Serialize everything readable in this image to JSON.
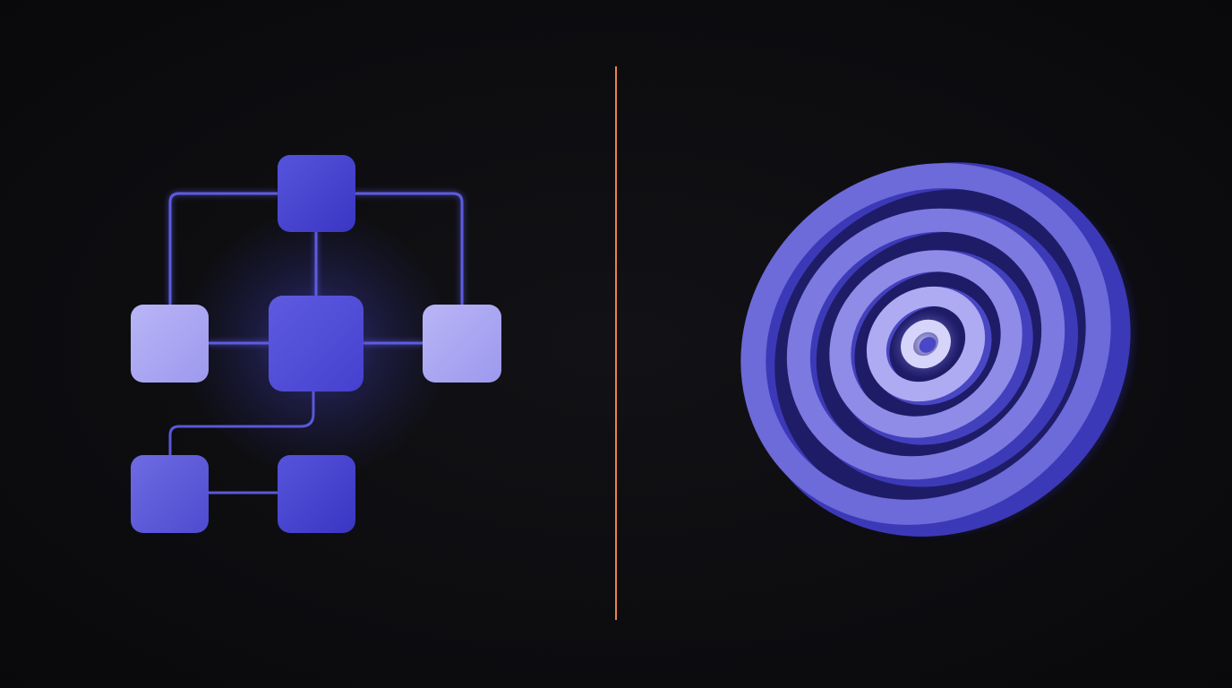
{
  "colors": {
    "background": "#0d0d10",
    "divider": "#e8834a",
    "accent_deep": "#3f3cc8",
    "accent_mid": "#5a57d6",
    "accent_light": "#aeaaf2",
    "connector": "#5b58d8"
  },
  "diagram": {
    "nodes": [
      {
        "id": "top",
        "shade": "deep"
      },
      {
        "id": "center",
        "shade": "mid"
      },
      {
        "id": "left",
        "shade": "light"
      },
      {
        "id": "right",
        "shade": "light"
      },
      {
        "id": "bottom-left",
        "shade": "mid"
      },
      {
        "id": "bottom-right",
        "shade": "deep"
      }
    ],
    "icons": [
      "node-network-icon",
      "concentric-rings-icon"
    ]
  },
  "rings": {
    "count": 5
  }
}
